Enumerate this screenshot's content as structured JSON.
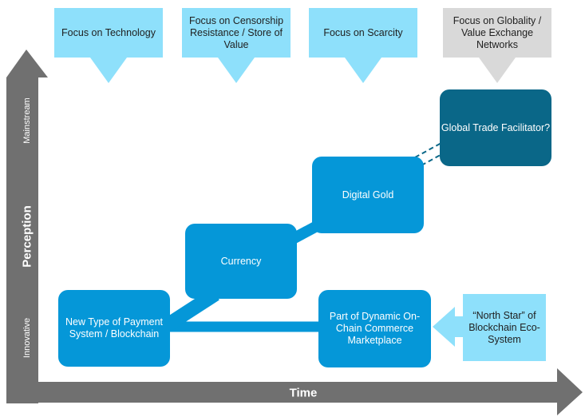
{
  "colors": {
    "callout_blue": "#8ee0fb",
    "callout_grey": "#d9d9d9",
    "node_blue": "#0597d8",
    "node_dark": "#0a6788",
    "axis_grey": "#707070"
  },
  "focus": [
    {
      "text": "Focus on Technology"
    },
    {
      "text": "Focus on Censorship Resistance / Store of Value"
    },
    {
      "text": "Focus on Scarcity"
    },
    {
      "text": "Focus on Globality / Value Exchange Networks"
    }
  ],
  "nodes": {
    "payment": "New Type of Payment System / Blockchain",
    "currency": "Currency",
    "gold": "Digital Gold",
    "trade": "Global Trade Facilitator?",
    "commerce": "Part of Dynamic On-Chain Commerce Marketplace",
    "north_star": "“North Star” of Blockchain Eco-System"
  },
  "axes": {
    "y_title": "Perception",
    "y_top": "Mainstream",
    "y_bottom": "Innovative",
    "x_title": "Time"
  }
}
